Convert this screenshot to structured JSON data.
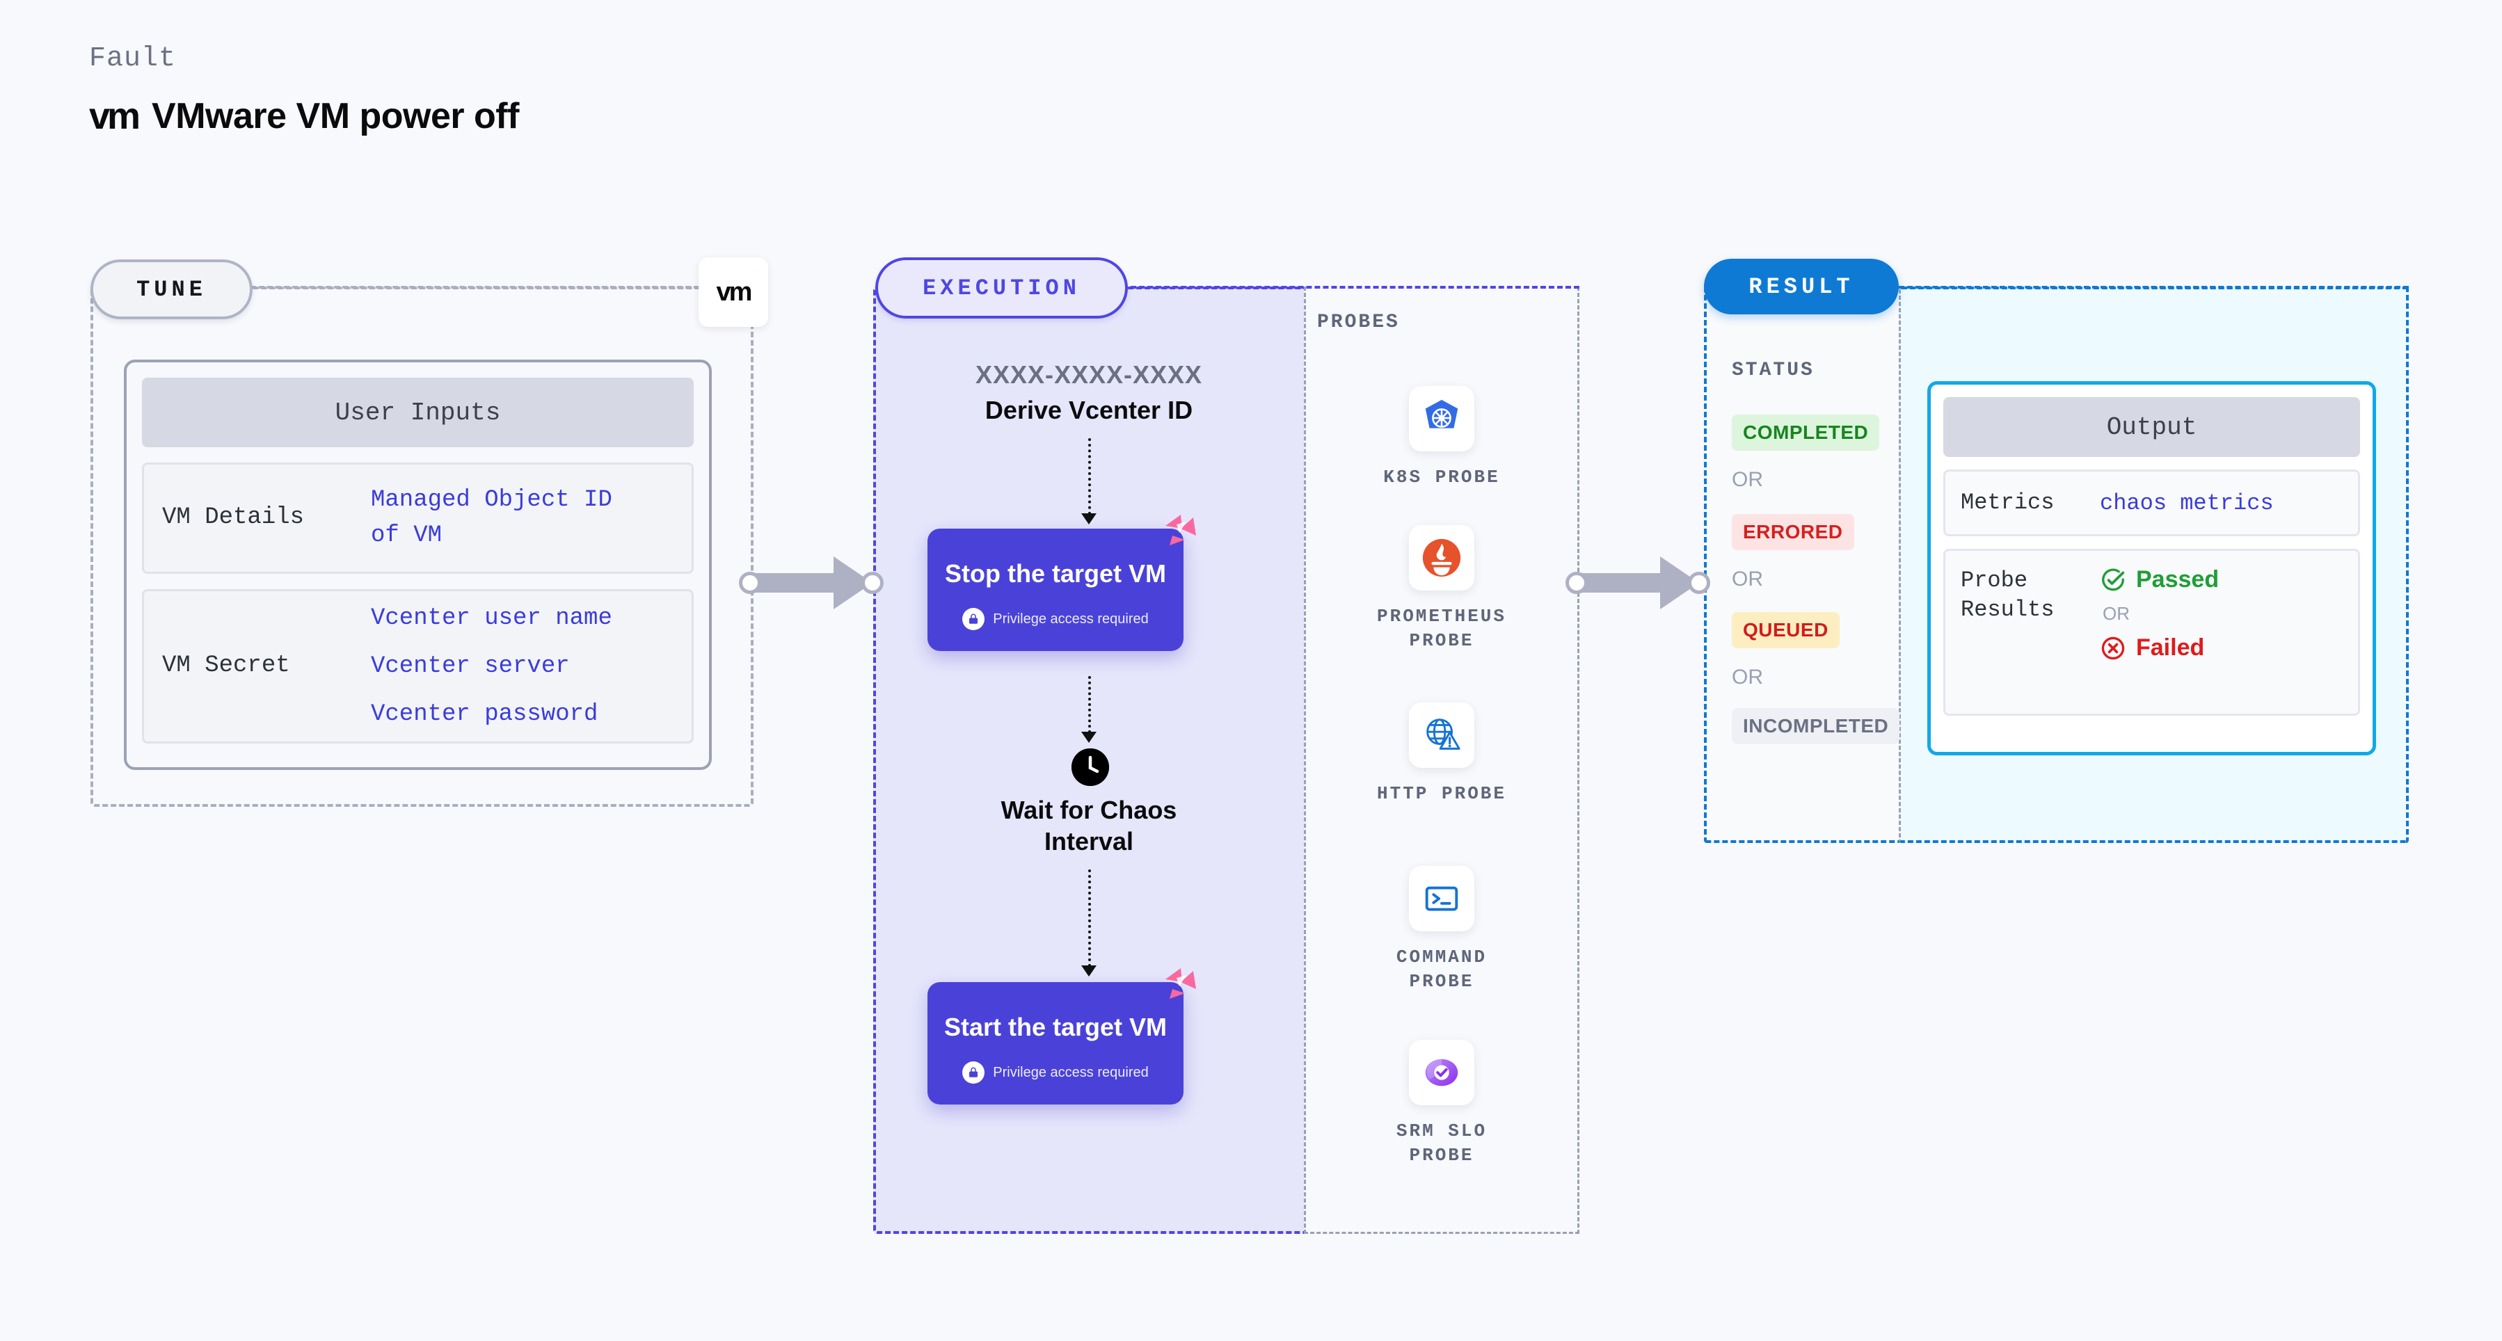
{
  "header": {
    "eyebrow": "Fault",
    "logo_text": "vm",
    "title": "VMware VM power off"
  },
  "tune": {
    "pill_label": "TUNE",
    "badge_logo": "vm",
    "card_title": "User Inputs",
    "rows": [
      {
        "key": "VM Details",
        "values": [
          "Managed Object ID",
          "of VM"
        ]
      },
      {
        "key": "VM Secret",
        "values": [
          "Vcenter user name",
          "Vcenter server",
          "Vcenter password"
        ]
      }
    ]
  },
  "execution": {
    "pill_label": "EXECUTION",
    "derive_id": "XXXX-XXXX-XXXX",
    "derive_label": "Derive Vcenter ID",
    "steps": [
      {
        "title": "Stop the target VM",
        "privilege": "Privilege access required"
      },
      {
        "title": "Start the target VM",
        "privilege": "Privilege access required"
      }
    ],
    "wait_label": "Wait for Chaos\nInterval",
    "wait_line1": "Wait for Chaos",
    "wait_line2": "Interval"
  },
  "probes": {
    "section_label": "PROBES",
    "items": [
      {
        "label": "K8S PROBE",
        "icon": "kubernetes-icon"
      },
      {
        "label": "PROMETHEUS\nPROBE",
        "line1": "PROMETHEUS",
        "line2": "PROBE",
        "icon": "prometheus-icon"
      },
      {
        "label": "HTTP PROBE",
        "line1": "HTTP  PROBE",
        "line2": "",
        "icon": "http-globe-icon"
      },
      {
        "label": "COMMAND\nPROBE",
        "line1": "COMMAND",
        "line2": "PROBE",
        "icon": "command-terminal-icon"
      },
      {
        "label": "SRM SLO\nPROBE",
        "line1": "SRM  SLO",
        "line2": "PROBE",
        "icon": "srm-slo-icon"
      }
    ]
  },
  "result": {
    "pill_label": "RESULT",
    "status_label": "STATUS",
    "or_text": "OR",
    "statuses": [
      {
        "label": "COMPLETED",
        "bg": "#ddf5dd",
        "fg": "#17851f"
      },
      {
        "label": "ERRORED",
        "bg": "#fde4e4",
        "fg": "#d61f1f"
      },
      {
        "label": "QUEUED",
        "bg": "#fdeec2",
        "fg": "#cf1d1d"
      },
      {
        "label": "INCOMPLETED",
        "bg": "#eef0f5",
        "fg": "#6b7183"
      }
    ],
    "output": {
      "title": "Output",
      "metrics_key": "Metrics",
      "metrics_value": "chaos metrics",
      "probe_key": "Probe\nResults",
      "probe_key_line1": "Probe",
      "probe_key_line2": "Results",
      "passed_label": "Passed",
      "failed_label": "Failed",
      "or_text": "OR"
    }
  },
  "colors": {
    "execution_accent": "#4f46e5",
    "result_accent": "#0f7ad4",
    "action_card": "#4a42d8",
    "litmus_pink": "#f8699f",
    "value_blue": "#3b3bdb",
    "output_border": "#11a8e8"
  }
}
